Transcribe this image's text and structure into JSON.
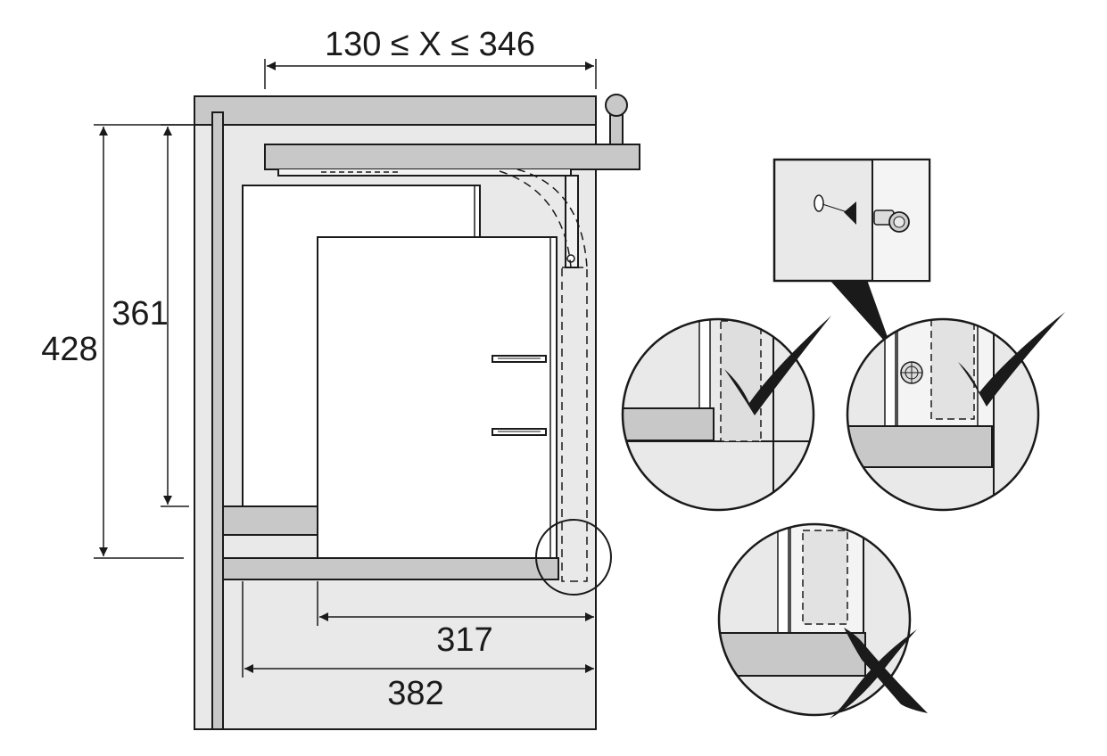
{
  "dimensions": {
    "range_label": "130 ≤ X ≤ 346",
    "height_428": "428",
    "height_361": "361",
    "depth_317": "317",
    "depth_382": "382"
  },
  "detail_views": [
    {
      "id": "correct-detail",
      "status": "correct",
      "icon": "check-mark-icon"
    },
    {
      "id": "correct-with-screw-detail",
      "status": "correct",
      "icon": "check-mark-icon"
    },
    {
      "id": "incorrect-detail",
      "status": "incorrect",
      "icon": "cross-mark-icon"
    }
  ],
  "colors": {
    "line": "#1a1a1a",
    "cabinet_fill": "#e9e9e9",
    "shelf_fill": "#c8c8c8",
    "background": "#ffffff"
  }
}
